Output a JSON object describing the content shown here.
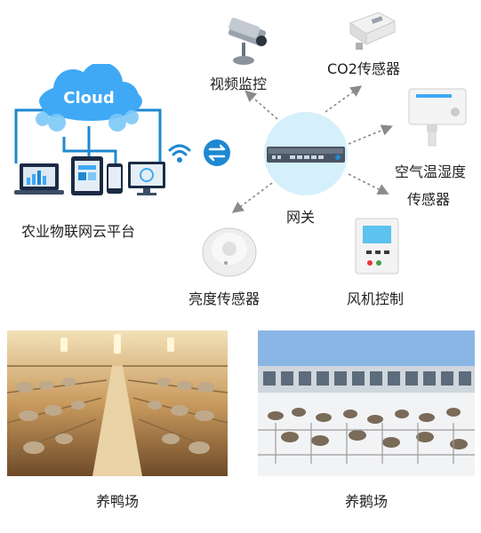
{
  "diagram": {
    "cloud_label": "Cloud",
    "platform_label": "农业物联网云平台",
    "gateway_label": "网关",
    "devices": {
      "camera": "视频监控",
      "co2": "CO2传感器",
      "temp_humidity_line1": "空气温湿度",
      "temp_humidity_line2": "传感器",
      "light": "亮度传感器",
      "fan": "风机控制"
    }
  },
  "photos": {
    "duck_farm_caption": "养鸭场",
    "goose_farm_caption": "养鹅场"
  },
  "colors": {
    "accent_blue": "#1e88d2",
    "cloud_blue": "#3fa9f5",
    "gateway_circle": "#d6f0fb",
    "arrow_gray": "#8a8a8a"
  }
}
